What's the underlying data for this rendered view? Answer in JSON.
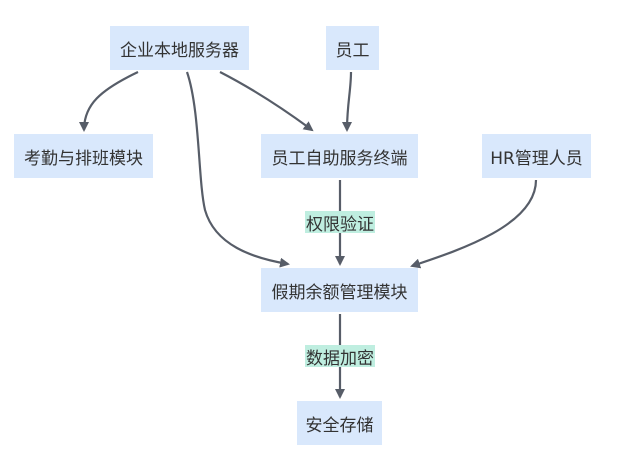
{
  "nodes": {
    "server": "企业本地服务器",
    "employee": "员工",
    "attendance": "考勤与排班模块",
    "self_service": "员工自助服务终端",
    "hr": "HR管理人员",
    "leave": "假期余额管理模块",
    "storage": "安全存储"
  },
  "edge_labels": {
    "auth": "权限验证",
    "encrypt": "数据加密"
  },
  "edges": [
    {
      "from": "server",
      "to": "attendance",
      "label": ""
    },
    {
      "from": "server",
      "to": "self_service",
      "label": ""
    },
    {
      "from": "server",
      "to": "leave",
      "label": ""
    },
    {
      "from": "employee",
      "to": "self_service",
      "label": ""
    },
    {
      "from": "self_service",
      "to": "leave",
      "label": "auth"
    },
    {
      "from": "hr",
      "to": "leave",
      "label": ""
    },
    {
      "from": "leave",
      "to": "storage",
      "label": "encrypt"
    }
  ],
  "colors": {
    "node_fill": "#d9e8fc",
    "edge_label_fill": "#bfeee0",
    "edge_stroke": "#575d68",
    "text": "#333333"
  }
}
